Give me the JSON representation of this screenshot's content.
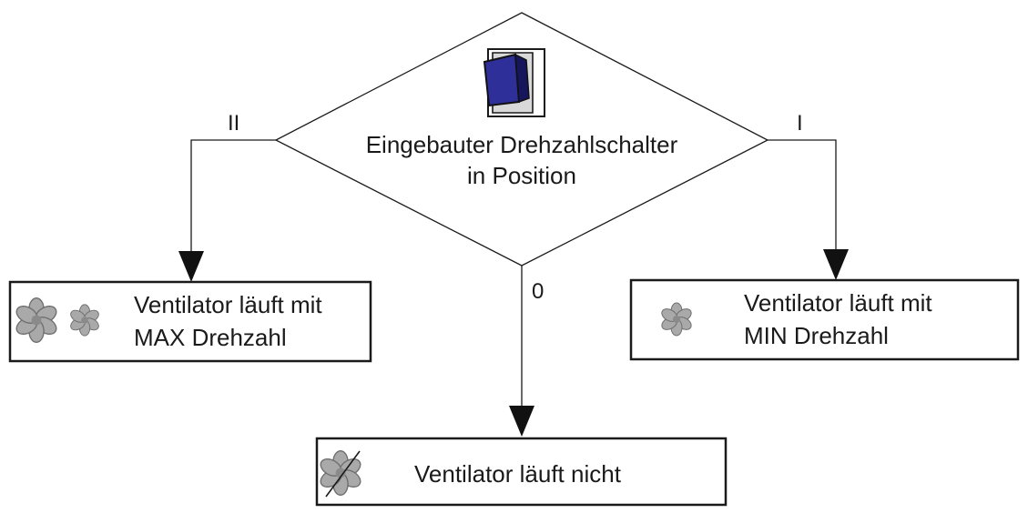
{
  "decision": {
    "line1": "Eingebauter Drehzahlschalter",
    "line2": "in Position",
    "icon": "rocker-switch-icon"
  },
  "branches": {
    "left": "II",
    "right": "I",
    "bottom": "0"
  },
  "outcomes": {
    "max": {
      "line1": "Ventilator läuft mit",
      "line2": "MAX Drehzahl",
      "icon": "fan-icon"
    },
    "min": {
      "line1": "Ventilator läuft mit",
      "line2": "MIN Drehzahl",
      "icon": "fan-icon"
    },
    "off": {
      "line1": "Ventilator läuft nicht",
      "icon": "fan-crossed-icon"
    }
  },
  "colors": {
    "switch_blue": "#2f2f9a",
    "fan_gray": "#9a9a9a"
  }
}
